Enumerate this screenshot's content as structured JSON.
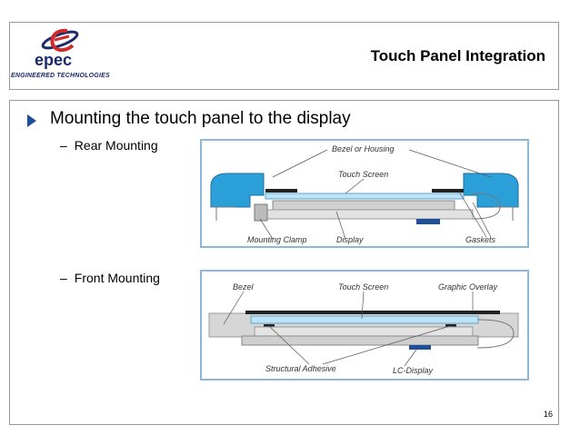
{
  "logo": {
    "word": "epec",
    "tagline": "ENGINEERED TECHNOLOGIES",
    "colors": {
      "navy": "#1a2a6c",
      "red": "#d12a2a"
    }
  },
  "slide": {
    "title": "Touch Panel Integration",
    "bullet": "Mounting the touch panel to the display",
    "sub1": "Rear Mounting",
    "sub2": "Front Mounting",
    "page_number": "16",
    "dash": "–"
  },
  "rear_diagram": {
    "labels": {
      "bezel": "Bezel or Housing",
      "touch": "Touch Screen",
      "clamp": "Mounting Clamp",
      "display": "Display",
      "gaskets": "Gaskets"
    }
  },
  "front_diagram": {
    "labels": {
      "bezel": "Bezel",
      "touch": "Touch Screen",
      "overlay": "Graphic Overlay",
      "adhesive": "Structural Adhesive",
      "lcd": "LC-Display"
    }
  },
  "colors": {
    "accent": "#1f4e9a",
    "diagram_border": "#8fb7d9",
    "bezel_blue": "#2a9fd8"
  }
}
